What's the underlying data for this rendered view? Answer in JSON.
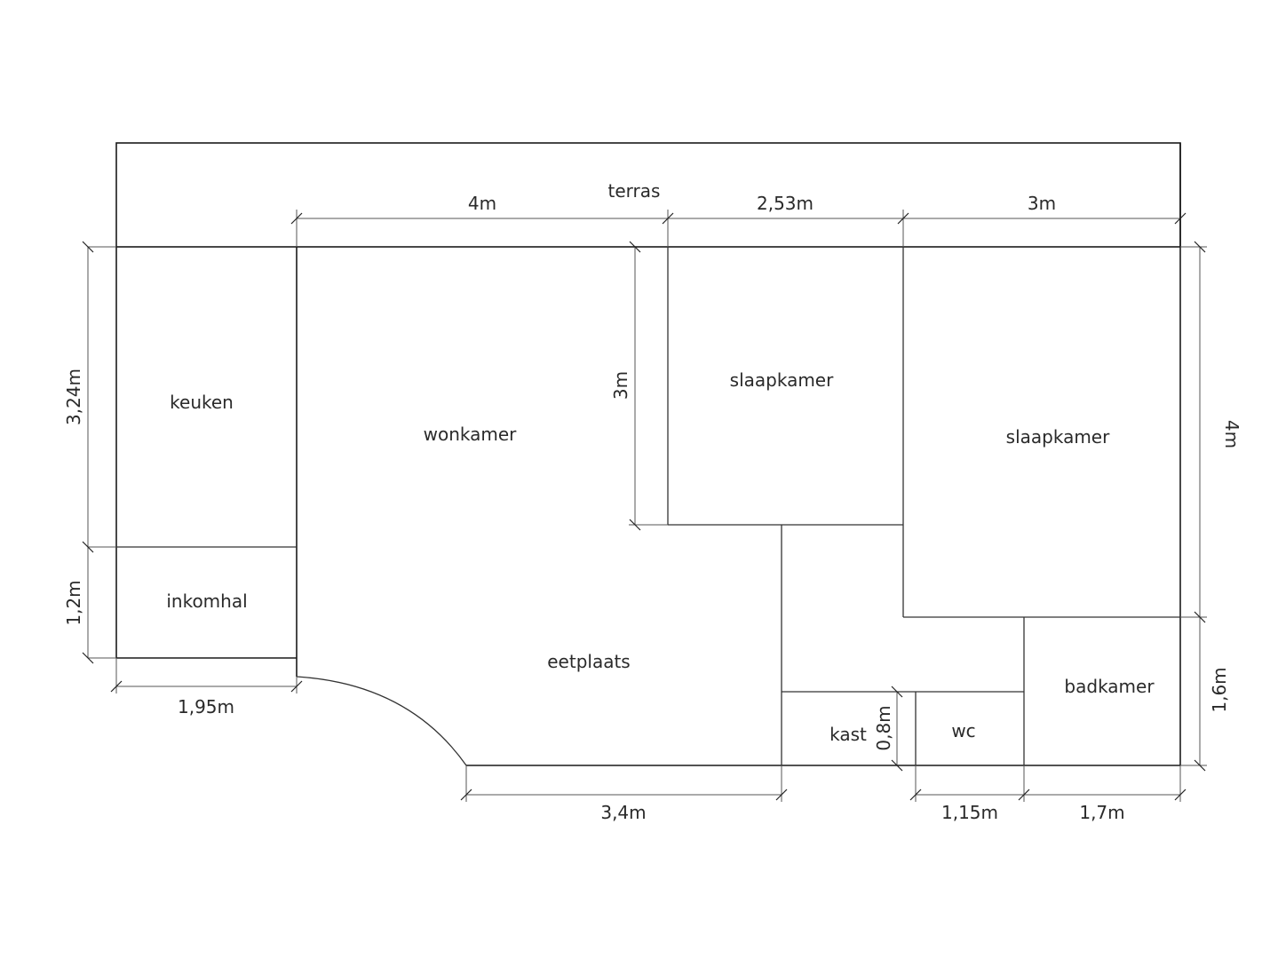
{
  "rooms": {
    "terras": "terras",
    "keuken": "keuken",
    "inkomhal": "inkomhal",
    "wonkamer": "wonkamer",
    "eetplaats": "eetplaats",
    "slaapkamer_1": "slaapkamer",
    "slaapkamer_2": "slaapkamer",
    "badkamer": "badkamer",
    "kast": "kast",
    "wc": "wc"
  },
  "dimensions": {
    "top_4m": "4m",
    "top_2_53m": "2,53m",
    "top_3m": "3m",
    "left_3_24m": "3,24m",
    "left_1_2m": "1,2m",
    "bottom_1_95m": "1,95m",
    "inner_3m": "3m",
    "right_4m": "4m",
    "right_1_6m": "1,6m",
    "bottom_3_4m": "3,4m",
    "inner_0_8m": "0,8m",
    "bottom_1_15m": "1,15m",
    "bottom_1_7m": "1,7m"
  }
}
